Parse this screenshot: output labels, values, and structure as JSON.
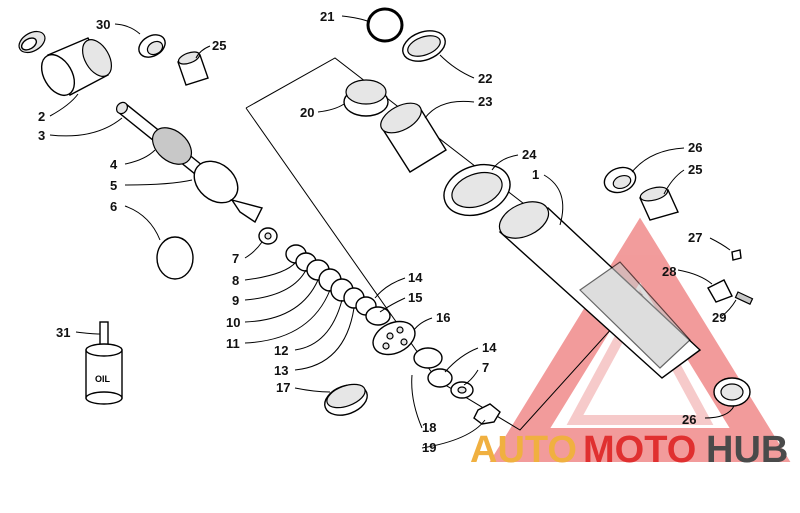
{
  "labels": {
    "p30": "30",
    "p25a": "25",
    "p2": "2",
    "p3": "3",
    "p4": "4",
    "p5": "5",
    "p6": "6",
    "p7a": "7",
    "p8": "8",
    "p9": "9",
    "p10": "10",
    "p11": "11",
    "p12": "12",
    "p13": "13",
    "p14a": "14",
    "p15": "15",
    "p16": "16",
    "p17": "17",
    "p18": "18",
    "p19": "19",
    "p14b": "14",
    "p7b": "7",
    "p21": "21",
    "p22": "22",
    "p20": "20",
    "p23": "23",
    "p24": "24",
    "p1": "1",
    "p26a": "26",
    "p25b": "25",
    "p27": "27",
    "p28": "28",
    "p29": "29",
    "p26b": "26",
    "p31": "31"
  },
  "oil_label": "OIL",
  "watermark": {
    "auto": "AUTO",
    "moto": "MOTO",
    "hub": "HUB"
  }
}
